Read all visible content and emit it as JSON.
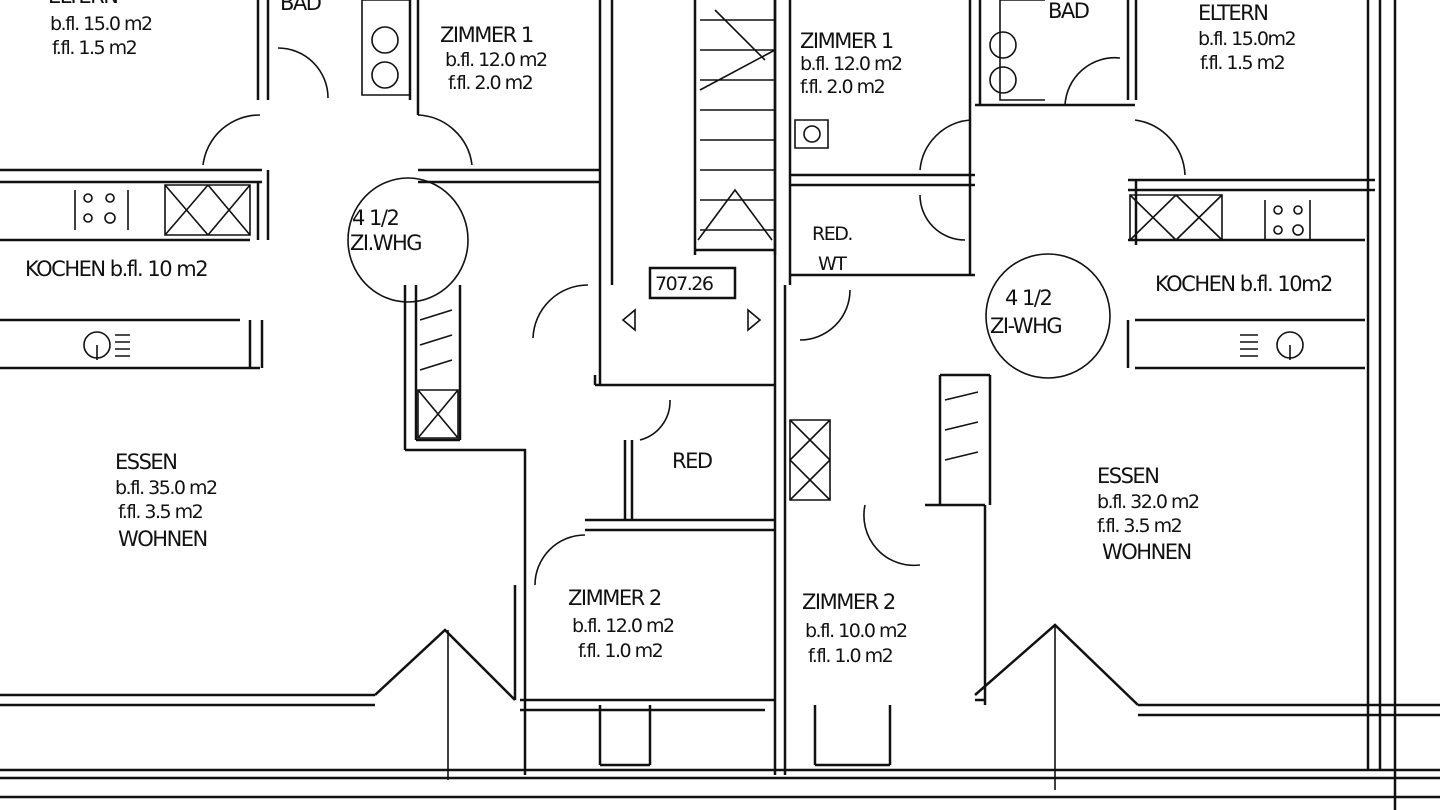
{
  "plan": {
    "stair_level": "707.26",
    "left_unit": {
      "type_line1": "4 1/2",
      "type_line2": "ZI.WHG",
      "eltern": {
        "name": "ELTERN",
        "bfl": "b.fl. 15.0 m2",
        "ffl": "f.fl. 1.5 m2"
      },
      "bad": "BAD",
      "zimmer1": {
        "name": "ZIMMER 1",
        "bfl": "b.fl. 12.0 m2",
        "ffl": "f.fl. 2.0 m2"
      },
      "kochen": "KOCHEN  b.fl. 10 m2",
      "essen": {
        "name": "ESSEN",
        "bfl": "b.fl. 35.0 m2",
        "ffl": "f.fl. 3.5 m2",
        "name2": "WOHNEN"
      },
      "zimmer2": {
        "name": "ZIMMER 2",
        "bfl": "b.fl. 12.0 m2",
        "ffl": "f.fl. 1.0 m2"
      },
      "red": "RED"
    },
    "right_unit": {
      "type_line1": "4 1/2",
      "type_line2": "ZI-WHG",
      "eltern": {
        "name": "ELTERN",
        "bfl": "b.fl. 15.0m2",
        "ffl": "f.fl. 1.5 m2"
      },
      "bad": "BAD",
      "zimmer1": {
        "name": "ZIMMER 1",
        "bfl": "b.fl. 12.0 m2",
        "ffl": "f.fl. 2.0 m2"
      },
      "kochen": "KOCHEN b.fl. 10m2",
      "essen": {
        "name": "ESSEN",
        "bfl": "b.fl. 32.0 m2",
        "ffl": "f.fl. 3.5 m2",
        "name2": "WOHNEN"
      },
      "zimmer2": {
        "name": "ZIMMER 2",
        "bfl": "b.fl. 10.0 m2",
        "ffl": "f.fl. 1.0 m2"
      },
      "red": "RED.",
      "wt": "WT"
    }
  }
}
